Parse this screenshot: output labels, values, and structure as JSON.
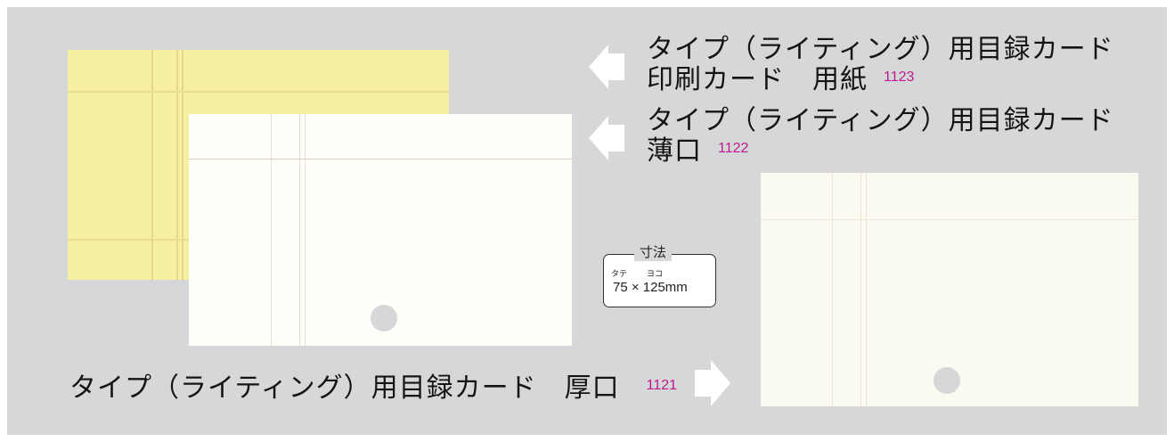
{
  "products": [
    {
      "line1": "タイプ（ライティング）用目録カード",
      "line2": "印刷カード　用紙",
      "code": "1123"
    },
    {
      "line1": "タイプ（ライティング）用目録カード",
      "line2": "薄口",
      "code": "1122"
    },
    {
      "line1": "タイプ（ライティング）用目録カード　厚口",
      "code": "1121"
    }
  ],
  "dimensions": {
    "title": "寸法",
    "height_caption": "タテ",
    "width_caption": "ヨコ",
    "value": "75 × 125mm"
  },
  "colors": {
    "background": "#d6d7d9",
    "yellow_card": "#f7efa2",
    "white_card": "#fffff9",
    "code_text": "#c0188c"
  },
  "icons": {
    "arrow_left": "arrow-left-icon",
    "arrow_right": "arrow-right-icon"
  }
}
